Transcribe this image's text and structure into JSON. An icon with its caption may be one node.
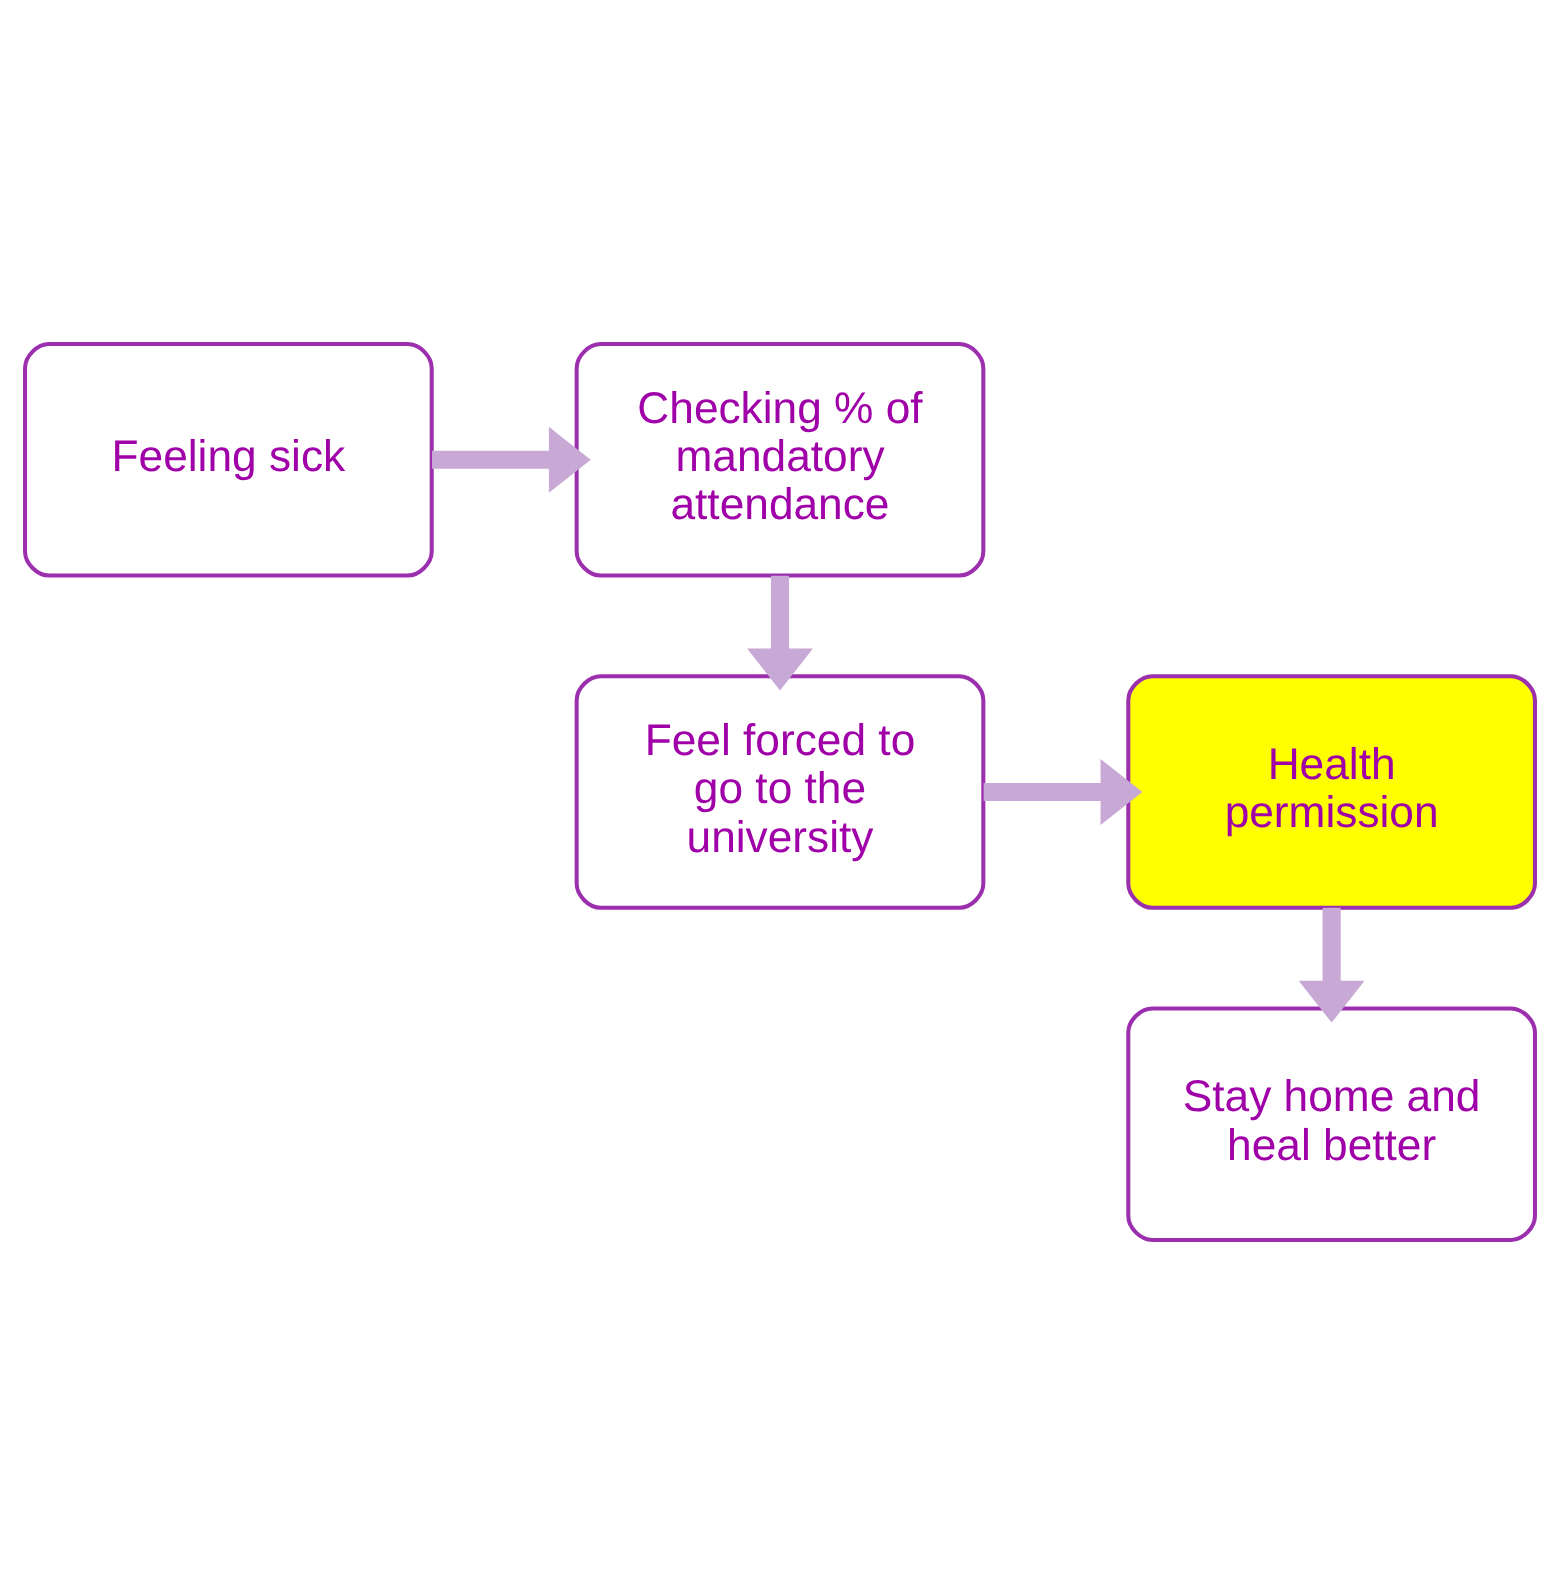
{
  "diagram": {
    "nodes": [
      {
        "text": [
          "Feeling sick"
        ]
      },
      {
        "text": [
          "Checking % of mandatory attendance"
        ]
      },
      {
        "text": [
          "Feel forced to go to the university"
        ]
      },
      {
        "text": [
          "Health permission"
        ]
      },
      {
        "text": [
          "Stay home and heal better"
        ]
      }
    ],
    "edges": [
      {
        "from": 0,
        "to": 1,
        "arrow": "to"
      },
      {
        "from": 1,
        "to": 2,
        "arrow": "to"
      },
      {
        "from": 2,
        "to": 3,
        "arrow": "to"
      },
      {
        "from": 3,
        "to": 4,
        "arrow": "to"
      }
    ]
  }
}
